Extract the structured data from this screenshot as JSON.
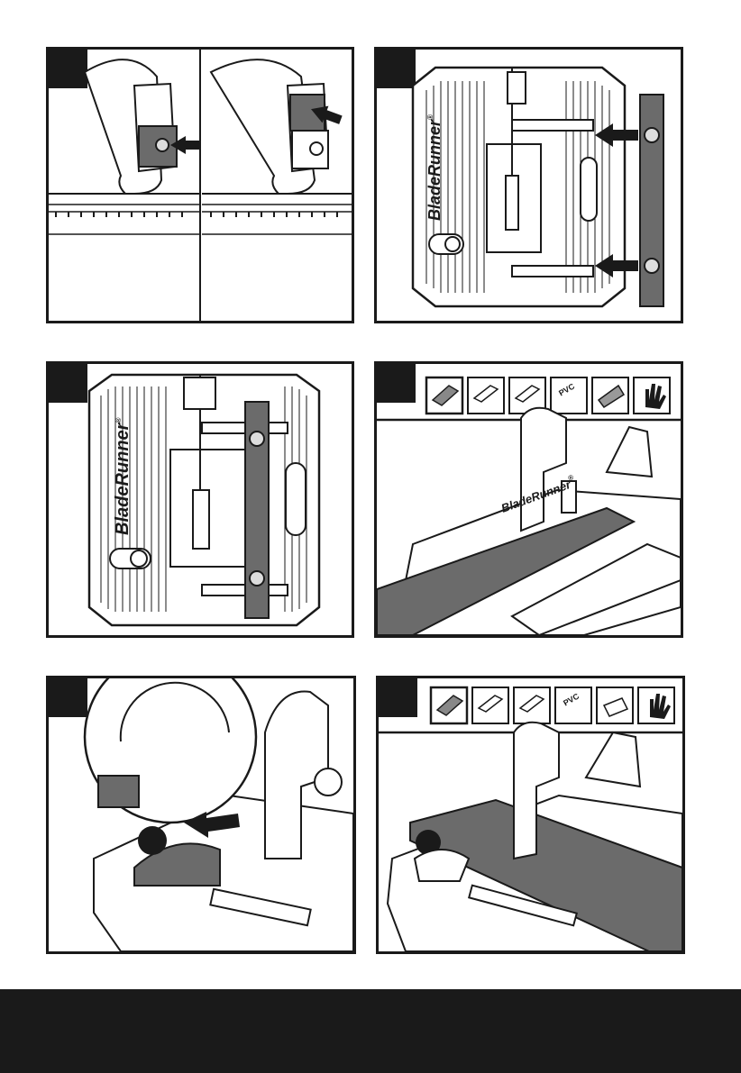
{
  "brand": {
    "logo_text": "BladeRunner",
    "trademark": "®"
  },
  "colors": {
    "ink": "#1a1a1a",
    "board": "#6b6b6b",
    "paper": "#ffffff"
  },
  "material_rows": [
    {
      "row": "panel-4",
      "icons": [
        "wood-icon",
        "aluminum-channel-icon",
        "aluminum-tube-icon",
        "pvc-pipe-icon",
        "tile-icon",
        "glove-icon"
      ],
      "pvc_label": "PVC"
    },
    {
      "row": "panel-6",
      "icons": [
        "wood-icon",
        "aluminum-channel-icon",
        "aluminum-tube-icon",
        "pvc-pipe-icon",
        "laminate-icon",
        "glove-icon"
      ],
      "pvc_label": "PVC"
    }
  ]
}
